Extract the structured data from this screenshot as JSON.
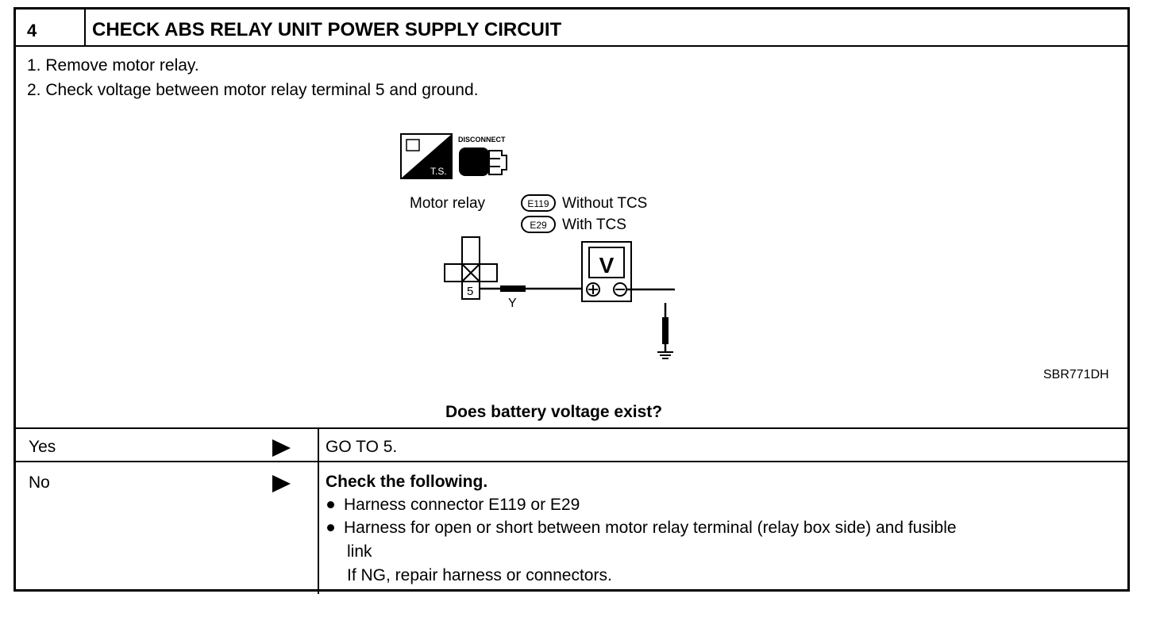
{
  "header": {
    "step_number": "4",
    "title": "CHECK ABS RELAY UNIT POWER SUPPLY CIRCUIT"
  },
  "instructions": [
    "1.  Remove motor relay.",
    "2.  Check voltage between motor relay terminal 5 and ground."
  ],
  "diagram": {
    "ts_label": "T.S.",
    "disconnect_label": "DISCONNECT",
    "component_label": "Motor  relay",
    "connectors": [
      {
        "code": "E119",
        "desc": "Without  TCS"
      },
      {
        "code": "E29",
        "desc": "With  TCS"
      }
    ],
    "terminal": "5",
    "wire_color": "Y",
    "meter_label": "V",
    "figure_id": "SBR771DH"
  },
  "question": "Does battery voltage exist?",
  "results": [
    {
      "label": "Yes",
      "action": "GO TO 5."
    },
    {
      "label": "No",
      "action": "Check the following.",
      "bullets": [
        "Harness connector E119 or E29",
        "Harness for open or short between motor relay terminal (relay box side) and fusible"
      ],
      "bullet_continuation": "link",
      "note": "If NG, repair harness or connectors."
    }
  ]
}
